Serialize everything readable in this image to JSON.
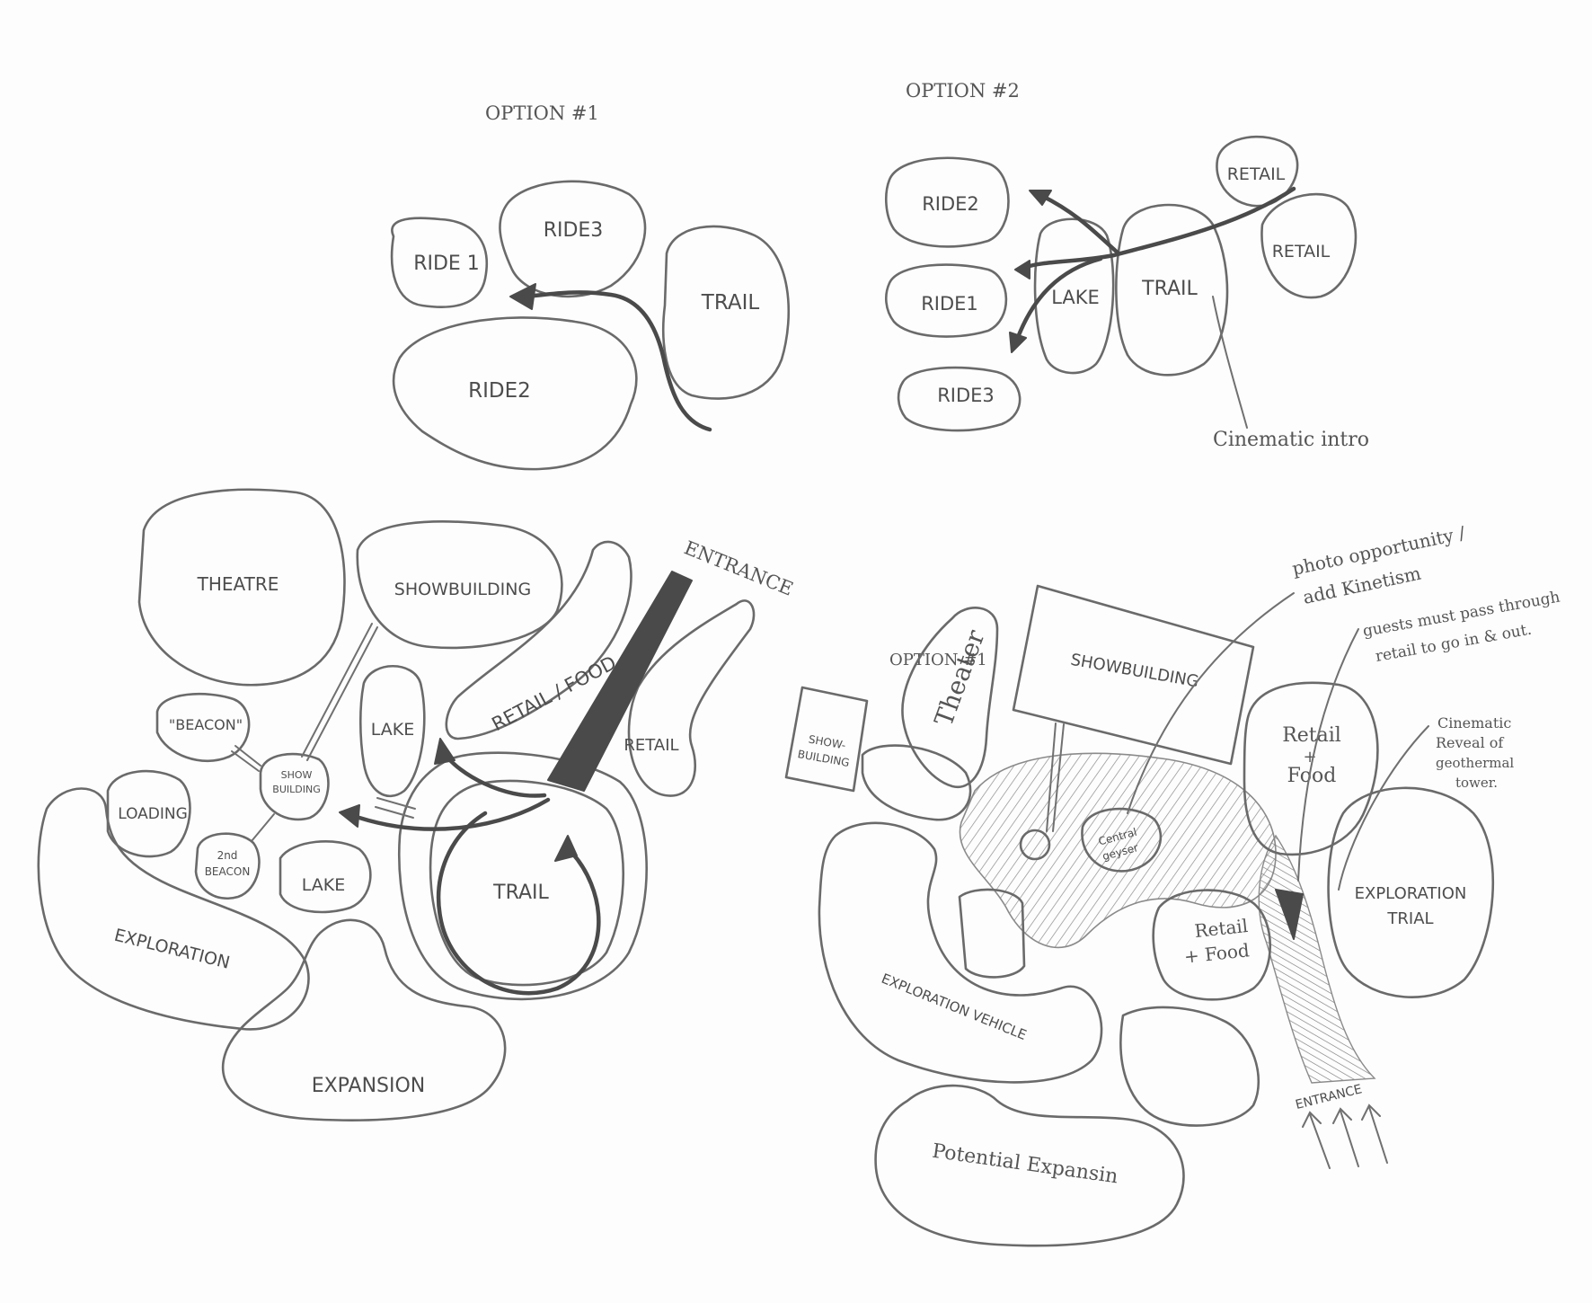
{
  "colors": {
    "pencil": "#6a6a6a",
    "dark_pencil": "#4a4a4a",
    "paper": "#fdfdfd"
  },
  "top_left": {
    "title": "OPTION #1",
    "ride1": "RIDE 1",
    "ride3": "RIDE3",
    "trail": "TRAIL",
    "ride2": "RIDE2"
  },
  "top_right": {
    "title": "OPTION #2",
    "ride2": "RIDE2",
    "retail_top": "RETAIL",
    "retail_right": "RETAIL",
    "ride1": "RIDE1",
    "lake": "LAKE",
    "trail": "TRAIL",
    "ride3": "RIDE3",
    "note": "Cinematic intro"
  },
  "bottom_left": {
    "theatre": "THEATRE",
    "showbuilding": "SHOWBUILDING",
    "entrance": "ENTRANCE",
    "retail_food": "RETAIL / FOOD",
    "retail": "RETAIL",
    "beacon": "\"BEACON\"",
    "show_building_1": "SHOW",
    "show_building_2": "BUILDING",
    "lake_upper": "LAKE",
    "loading": "LOADING",
    "second_beacon_1": "2nd",
    "second_beacon_2": "BEACON",
    "lake_lower": "LAKE",
    "trail": "TRAIL",
    "exploration": "EXPLORATION",
    "expansion": "EXPANSION"
  },
  "bottom_right": {
    "title": "OPTION #1",
    "theater": "Theater",
    "showbuilding": "SHOWBUILDING",
    "show_building_1": "SHOW-",
    "show_building_2": "BUILDING",
    "note_photo_1": "photo opportunity /",
    "note_photo_2": "add Kinetism",
    "note_guests_1": "guests must pass through",
    "note_guests_2": "retail to go in & out.",
    "note_reveal_1": "Cinematic",
    "note_reveal_2": "Reveal of",
    "note_reveal_3": "geothermal",
    "note_reveal_4": "tower.",
    "retail_food_upper_1": "Retail",
    "retail_food_upper_2": "+",
    "retail_food_upper_3": "Food",
    "central_geyser_1": "Central",
    "central_geyser_2": "geyser",
    "retail_food_lower_1": "Retail",
    "retail_food_lower_2": "+ Food",
    "exploration_trial_1": "EXPLORATION",
    "exploration_trial_2": "TRIAL",
    "exploration_vehicle": "EXPLORATION VEHICLE",
    "entrance": "ENTRANCE",
    "potential_expansion": "Potential Expansin"
  }
}
